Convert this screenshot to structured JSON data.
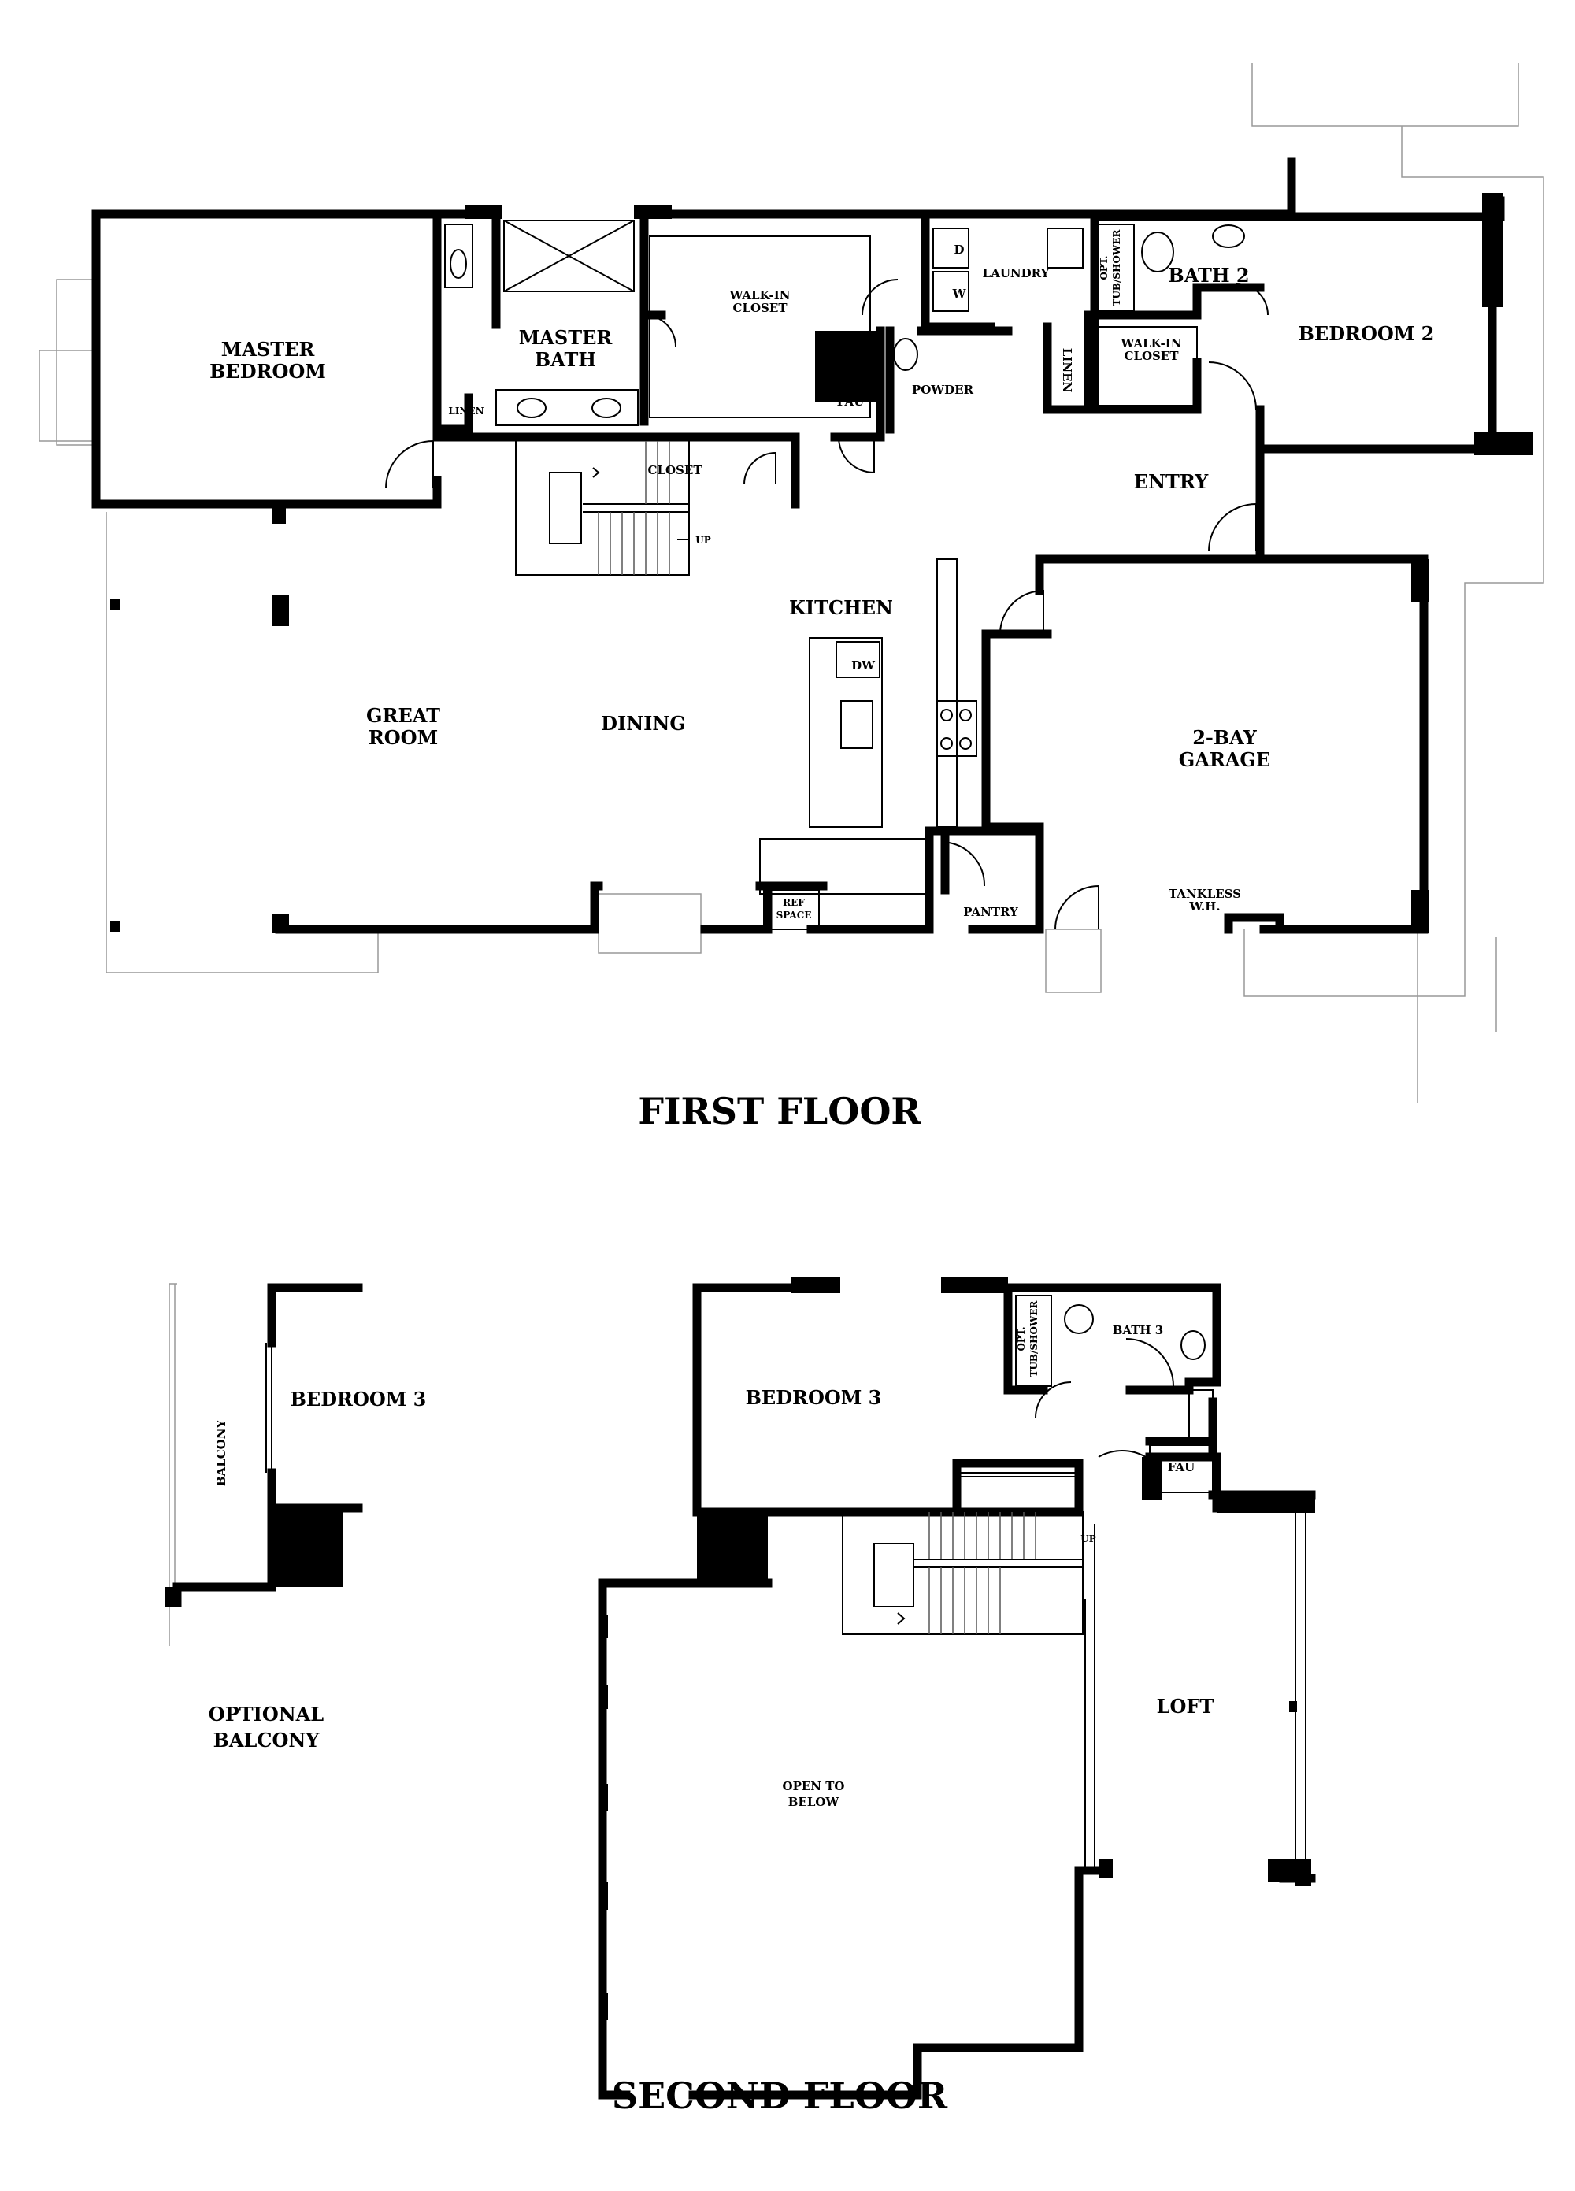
{
  "first_floor": {
    "title": "FIRST FLOOR",
    "rooms": {
      "master_bedroom": [
        "MASTER",
        "BEDROOM"
      ],
      "master_bath": [
        "MASTER",
        "BATH"
      ],
      "walk_in_closet": [
        "WALK-IN",
        "CLOSET"
      ],
      "laundry": "LAUNDRY",
      "dryer": "D",
      "washer": "W",
      "opt_tub_shower": [
        "OPT.",
        "TUB/SHOWER"
      ],
      "bath2": "BATH 2",
      "bedroom2": "BEDROOM 2",
      "walk_in_closet2": [
        "WALK-IN",
        "CLOSET"
      ],
      "linen_vertical": "LINEN",
      "linen": "LINEN",
      "fau": "FAU",
      "powder": "POWDER",
      "closet": "CLOSET",
      "up": "UP",
      "entry": "ENTRY",
      "kitchen": "KITCHEN",
      "dw": "DW",
      "great_room": [
        "GREAT",
        "ROOM"
      ],
      "dining": "DINING",
      "garage": [
        "2-BAY",
        "GARAGE"
      ],
      "ref_space": [
        "REF",
        "SPACE"
      ],
      "pantry": "PANTRY",
      "tankless": [
        "TANKLESS",
        "W.H."
      ]
    }
  },
  "optional_balcony": {
    "bedroom3": "BEDROOM 3",
    "balcony": "BALCONY",
    "caption": [
      "OPTIONAL",
      "BALCONY"
    ]
  },
  "second_floor": {
    "title": "SECOND FLOOR",
    "rooms": {
      "bedroom3": "BEDROOM 3",
      "bath3": "BATH 3",
      "opt_tub_shower": [
        "OPT.",
        "TUB/SHOWER"
      ],
      "fau": "FAU",
      "up": "UP",
      "loft": "LOFT",
      "open_to_below": [
        "OPEN TO",
        "BELOW"
      ]
    }
  }
}
